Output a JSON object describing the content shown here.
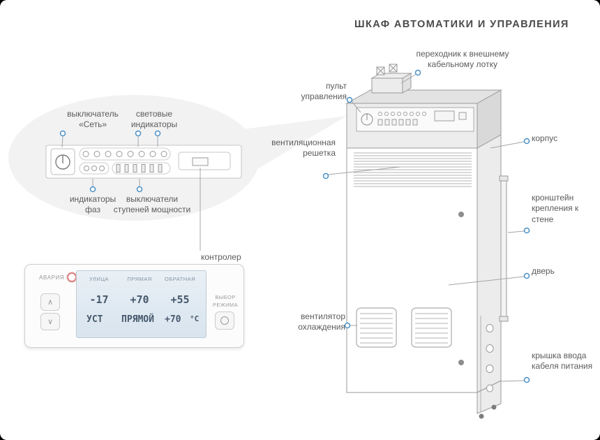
{
  "title": "ШКАФ АВТОМАТИКИ И УПРАВЛЕНИЯ",
  "labels": {
    "adapter": "переходник к внешнему кабельному лотку",
    "control_panel": "пульт управления",
    "vent_grille": "вентиляционная решетка",
    "body": "корпус",
    "bracket": "кронштейн крепления к стене",
    "door": "дверь",
    "fan": "вентилятор охлаждения",
    "cable_cover": "крышка ввода кабеля питания",
    "power_switch": "выключатель «Сеть»",
    "indicators": "световые индикаторы",
    "phase_indicators": "индикаторы фаз",
    "stage_switches": "выключатели ступеней мощности",
    "controller": "контролер"
  },
  "controller": {
    "alarm_label": "АВАРИЯ",
    "mode_label": "ВЫБОР РЕЖИМА",
    "up_button": "∧",
    "down_button": "∨",
    "display": {
      "headers": [
        "УЛИЦА",
        "ПРЯМАЯ",
        "ОБРАТНАЯ"
      ],
      "values": [
        "-17",
        "+70",
        "+55"
      ],
      "set_row": [
        "УСТ",
        "ПРЯМОЙ",
        "+70",
        "°С"
      ]
    }
  },
  "colors": {
    "accent_blue": "#4a90c4",
    "alarm_red": "#e57f7f",
    "display_bg": "#dfe9f2",
    "balloon_gray": "#f2f2f2"
  }
}
